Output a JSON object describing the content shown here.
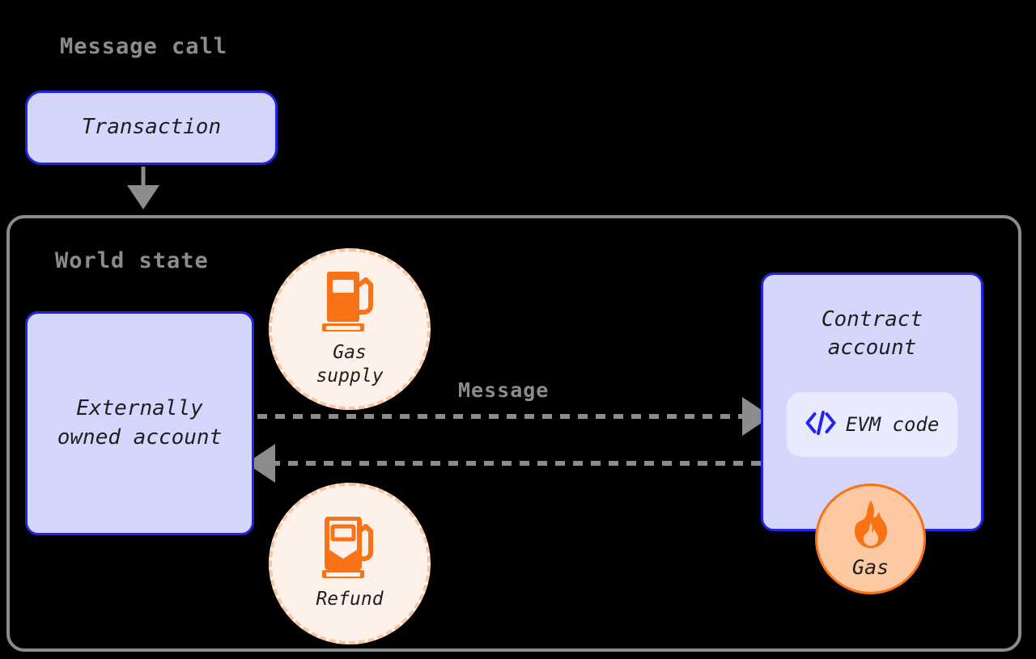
{
  "diagram": {
    "title": "Message call",
    "container_label": "World state",
    "background_color": "#000000"
  },
  "colors": {
    "account_fill": "#d5d6fb",
    "account_border": "#2424e8",
    "container_border": "#8c8c8c",
    "heading_text": "#8c8c8c",
    "orange_accent": "#f97316",
    "circle_fill": "#fdf1e9",
    "circle_dash_border": "#f8c5a1",
    "badge_fill": "#fdc9a3",
    "chip_fill": "#e9eafd",
    "arrow_color": "#8c8c8c",
    "body_text": "#1f1f1f"
  },
  "nodes": {
    "transaction": {
      "label": "Transaction"
    },
    "eoa": {
      "label": "Externally\nowned account"
    },
    "contract": {
      "label": "Contract\naccount"
    },
    "evm_code": {
      "label": "EVM code",
      "icon": "code-brackets-icon"
    },
    "gas_supply": {
      "label": "Gas\nsupply",
      "icon": "gas-pump-full-icon"
    },
    "refund": {
      "label": "Refund",
      "icon": "gas-pump-partial-icon"
    },
    "gas_badge": {
      "label": "Gas",
      "icon": "flame-icon"
    }
  },
  "edges": {
    "transaction_to_world": {
      "label": "",
      "style": "solid",
      "direction": "down"
    },
    "message_out": {
      "label": "Message",
      "style": "dashed",
      "direction": "right"
    },
    "message_return": {
      "label": "",
      "style": "dashed",
      "direction": "left"
    }
  }
}
